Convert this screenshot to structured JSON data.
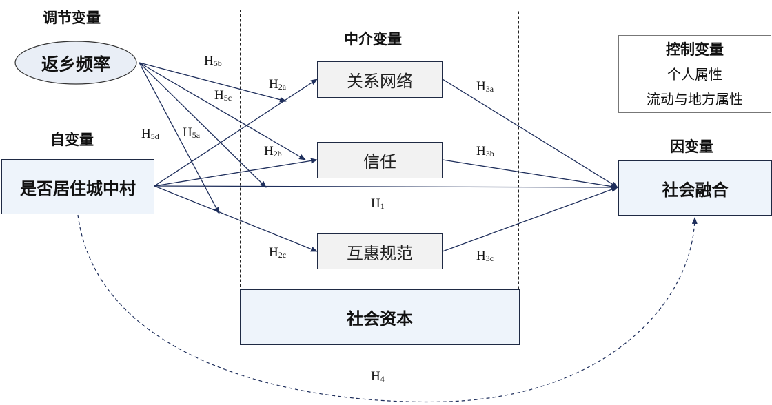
{
  "moderator": {
    "heading": "调节变量",
    "node": "返乡频率"
  },
  "independent": {
    "heading": "自变量",
    "node": "是否居住城中村"
  },
  "mediator": {
    "heading": "中介变量",
    "nodes": [
      "关系网络",
      "信任",
      "互惠规范"
    ],
    "group_label": "社会资本"
  },
  "dependent": {
    "heading": "因变量",
    "node": "社会融合"
  },
  "control": {
    "heading": "控制变量",
    "items": [
      "个人属性",
      "流动与地方属性"
    ]
  },
  "hypotheses": {
    "H1": {
      "base": "H",
      "sub": "1"
    },
    "H2a": {
      "base": "H",
      "sub": "2a"
    },
    "H2b": {
      "base": "H",
      "sub": "2b"
    },
    "H2c": {
      "base": "H",
      "sub": "2c"
    },
    "H3a": {
      "base": "H",
      "sub": "3a"
    },
    "H3b": {
      "base": "H",
      "sub": "3b"
    },
    "H3c": {
      "base": "H",
      "sub": "3c"
    },
    "H4": {
      "base": "H",
      "sub": "4"
    },
    "H5a": {
      "base": "H",
      "sub": "5a"
    },
    "H5b": {
      "base": "H",
      "sub": "5b"
    },
    "H5c": {
      "base": "H",
      "sub": "5c"
    },
    "H5d": {
      "base": "H",
      "sub": "5d"
    }
  },
  "colors": {
    "arrow": "#1f2f5c",
    "node_fill": "#eef4fb",
    "mediator_fill": "#f2f2f2"
  }
}
